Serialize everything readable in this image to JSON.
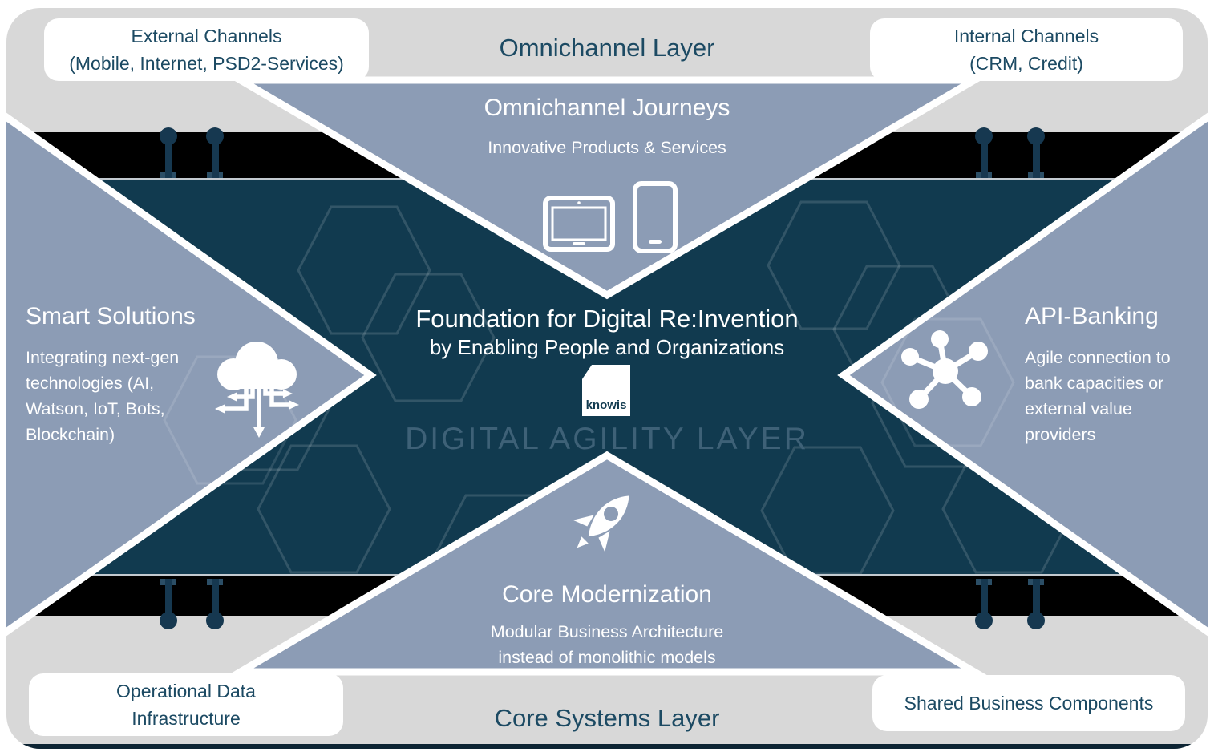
{
  "top_bar": {
    "title": "Omnichannel Layer",
    "left_box": {
      "line1": "External Channels",
      "line2": "(Mobile, Internet, PSD2-Services)"
    },
    "right_box": {
      "line1": "Internal Channels",
      "line2": "(CRM, Credit)"
    }
  },
  "bottom_bar": {
    "title": "Core Systems Layer",
    "left_box": {
      "line1": "Operational Data",
      "line2": "Infrastructure"
    },
    "right_box": {
      "line1": "Shared Business Components"
    }
  },
  "wedges": {
    "top": {
      "title": "Omnichannel Journeys",
      "subtitle": "Innovative Products & Services",
      "icons": [
        "tablet-icon",
        "smartphone-icon"
      ]
    },
    "left": {
      "title": "Smart Solutions",
      "body": "Integrating next-gen technologies  (AI, Watson, IoT, Bots, Blockchain)",
      "icon": "cloud-integration-icon"
    },
    "right": {
      "title": "API-Banking",
      "body": "Agile connection to bank capacities or external value providers",
      "icon": "api-network-icon"
    },
    "bottom": {
      "title": "Core Modernization",
      "subtitle": "Modular Business Architecture instead of monolithic models",
      "icon": "rocket-icon"
    }
  },
  "center": {
    "headline_line1": "Foundation for Digital Re:Invention",
    "headline_line2": "by Enabling People and Organizations",
    "logo_text": "knowis",
    "watermark": "DIGITAL AGILITY LAYER"
  },
  "colors": {
    "navy": "#113A4F",
    "wedge_blue": "#8C9CB5",
    "bar_gray": "#D8D8D8",
    "black_strip": "#000000",
    "text_navy": "#1C4A63",
    "white": "#FFFFFF"
  }
}
